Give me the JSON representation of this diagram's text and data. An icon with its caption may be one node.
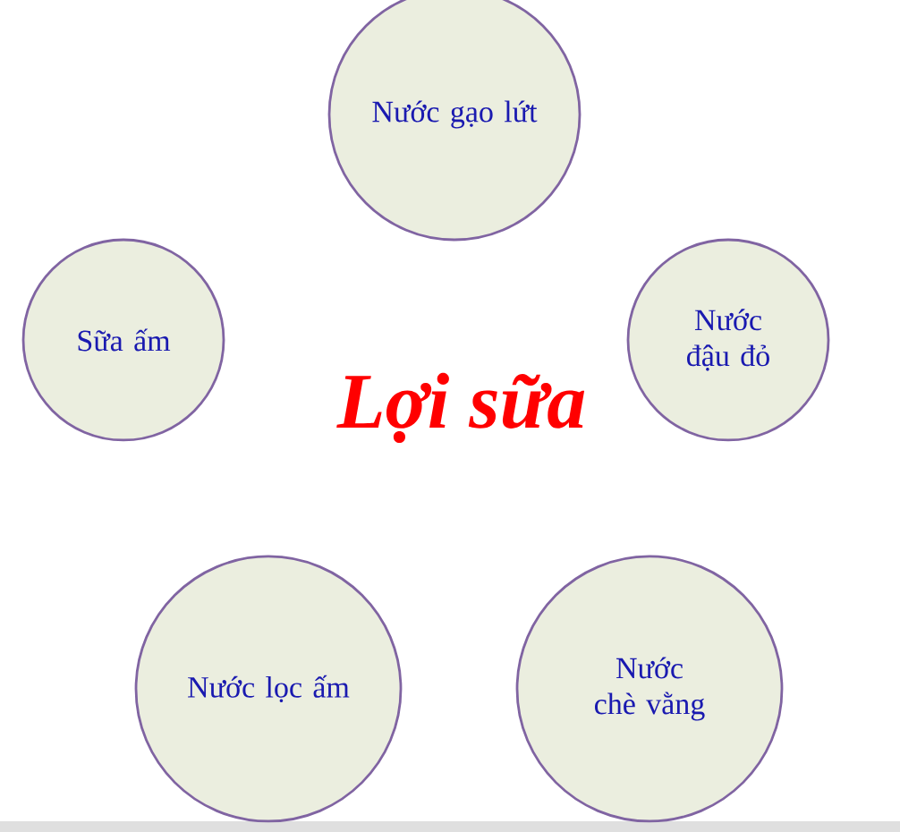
{
  "diagram": {
    "nodes": [
      {
        "text": [
          "Nước gạo lứt"
        ]
      },
      {
        "text": [
          "Sữa ấm"
        ]
      },
      {
        "text": [
          "Nước đậu đỏ"
        ]
      },
      {
        "text": [
          "Nước lọc ấm"
        ]
      },
      {
        "text": [
          "Nước chè vằng"
        ]
      }
    ],
    "labels": [
      "Lợi sữa"
    ]
  }
}
